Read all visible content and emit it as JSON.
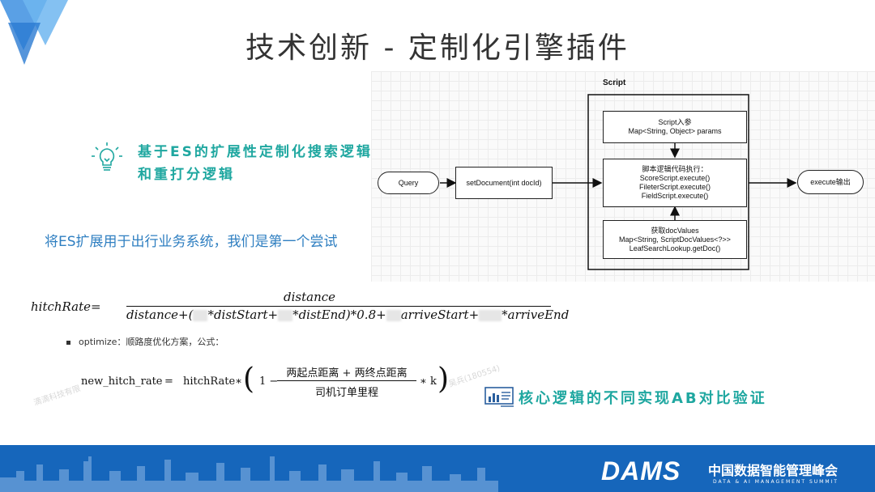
{
  "slide": {
    "title": "技术创新 - 定制化引擎插件"
  },
  "diagram": {
    "script_label": "Script",
    "query": "Query",
    "set_document": "setDocument(int docId)",
    "script_input": [
      "Script入参",
      "Map<String, Object> params"
    ],
    "script_exec": [
      "脚本逻辑代码执行：",
      "ScoreScript.execute()",
      "FileterScript.execute()",
      "FieldScript.execute()"
    ],
    "doc_values": [
      "获取docValues",
      "Map<String, ScriptDocValues<?>>",
      "LeafSearchLookup.getDoc()"
    ],
    "execute_output": "execute输出"
  },
  "feature": {
    "text": "基于ES的扩展性定制化搜索逻辑和重打分逻辑",
    "icon": "lightbulb-icon"
  },
  "subtitle": "将ES扩展用于出行业务系统，我们是第一个尝试",
  "formula1": {
    "lhs": "hitchRate=",
    "numerator": "distance",
    "den_parts": [
      "distance+(",
      "*distStart+",
      "*distEnd)*0.8+",
      "arriveStart+",
      "*arriveEnd"
    ]
  },
  "optimize": "optimize：顺路度优化方案，公式：",
  "formula2": {
    "lhs": "new_hitch_rate",
    "eq": "=",
    "hitch_rate": "hitchRate∗",
    "paren_open": "(",
    "one_minus": "1 −",
    "numerator": "两起点距离 + 两终点距离",
    "denominator": "司机订单里程",
    "times_k": "∗ k",
    "paren_close": ")"
  },
  "watermarks": [
    "滴滴科技有限",
    "吴兵(180554)"
  ],
  "ab": {
    "text": "核心逻辑的不同实现AB对比验证",
    "icon": "ab-test-chart-icon"
  },
  "footer": {
    "logo": "DAMS",
    "name_cn": "中国数据智能管理峰会",
    "name_en": "DATA & AI MANAGEMENT SUMMIT"
  },
  "colors": {
    "teal": "#1fa7a0",
    "blue": "#2f7fc1",
    "footer_blue": "#1666bb"
  }
}
